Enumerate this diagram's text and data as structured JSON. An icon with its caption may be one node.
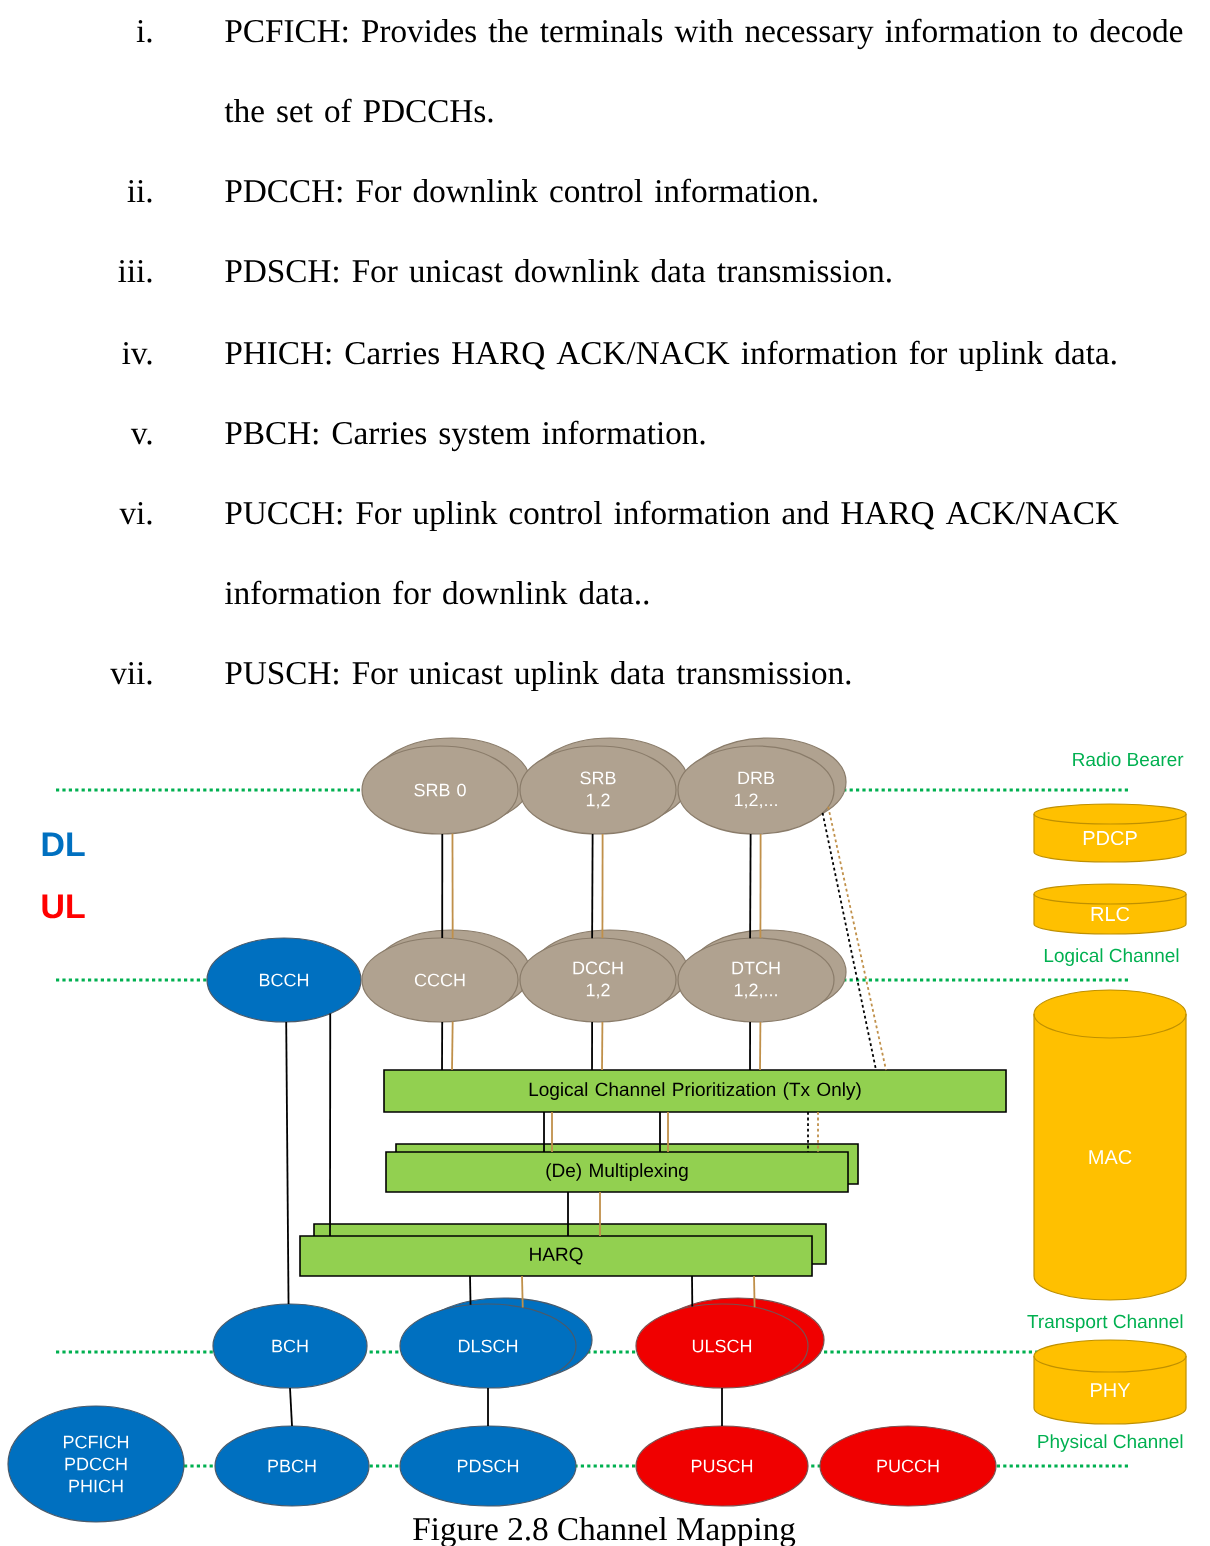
{
  "diagram": {
    "caption": "Figure 2.8 Channel Mapping",
    "nodes": [
      {
        "text": [
          "SRB 0"
        ]
      },
      {
        "text": [
          "SRB 1,2"
        ]
      },
      {
        "text": [
          "DRB 1,2,..."
        ]
      },
      {
        "text": [
          "BCCH"
        ]
      },
      {
        "text": [
          "CCCH"
        ]
      },
      {
        "text": [
          "DCCH 1,2"
        ]
      },
      {
        "text": [
          "DTCH 1,2,..."
        ]
      },
      {
        "text": [
          "Logical Channel Prioritization (Tx Only)"
        ]
      },
      {
        "text": [
          "(De) Multiplexing"
        ]
      },
      {
        "text": [
          "HARQ"
        ]
      },
      {
        "text": [
          "BCH"
        ]
      },
      {
        "text": [
          "DLSCH"
        ]
      },
      {
        "text": [
          "ULSCH"
        ]
      },
      {
        "text": [
          "PCFICH PDCCH PHICH"
        ]
      },
      {
        "text": [
          "PBCH"
        ]
      },
      {
        "text": [
          "PDSCH"
        ]
      },
      {
        "text": [
          "PUSCH"
        ]
      },
      {
        "text": [
          "PUCCH"
        ]
      },
      {
        "text": [
          "PDCP"
        ]
      },
      {
        "text": [
          "RLC"
        ]
      },
      {
        "text": [
          "MAC"
        ]
      },
      {
        "text": [
          "PHY"
        ]
      }
    ],
    "edges": [
      {
        "from": 0,
        "to": 4,
        "arrow": "none"
      },
      {
        "from": 0,
        "to": 4,
        "arrow": "none",
        "color": "#c0904a"
      },
      {
        "from": 1,
        "to": 5,
        "arrow": "none"
      },
      {
        "from": 1,
        "to": 5,
        "arrow": "none",
        "color": "#c0904a"
      },
      {
        "from": 2,
        "to": 6,
        "arrow": "none"
      },
      {
        "from": 2,
        "to": 6,
        "arrow": "none",
        "color": "#c0904a"
      },
      {
        "from": 2,
        "to": 7,
        "arrow": "none",
        "style": "dashed"
      },
      {
        "from": 2,
        "to": 7,
        "arrow": "none",
        "style": "dashed",
        "color": "#c0904a"
      },
      {
        "from": 4,
        "to": 7,
        "arrow": "none"
      },
      {
        "from": 4,
        "to": 7,
        "arrow": "none",
        "color": "#c0904a"
      },
      {
        "from": 5,
        "to": 7,
        "arrow": "none"
      },
      {
        "from": 5,
        "to": 7,
        "arrow": "none",
        "color": "#c0904a"
      },
      {
        "from": 6,
        "to": 7,
        "arrow": "none"
      },
      {
        "from": 6,
        "to": 7,
        "arrow": "none",
        "color": "#c0904a"
      },
      {
        "from": 7,
        "to": 8,
        "arrow": "none"
      },
      {
        "from": 7,
        "to": 8,
        "arrow": "none",
        "color": "#c0904a"
      },
      {
        "from": 7,
        "to": 8,
        "arrow": "none"
      },
      {
        "from": 7,
        "to": 8,
        "arrow": "none",
        "color": "#c0904a"
      },
      {
        "from": 7,
        "to": 8,
        "arrow": "none",
        "style": "dashed"
      },
      {
        "from": 7,
        "to": 8,
        "arrow": "none",
        "style": "dashed",
        "color": "#c0904a"
      },
      {
        "from": 8,
        "to": 9,
        "arrow": "none"
      },
      {
        "from": 8,
        "to": 9,
        "arrow": "none",
        "color": "#c0904a"
      },
      {
        "from": 9,
        "to": 11,
        "arrow": "none"
      },
      {
        "from": 9,
        "to": 11,
        "arrow": "none",
        "color": "#c0904a"
      },
      {
        "from": 9,
        "to": 12,
        "arrow": "none"
      },
      {
        "from": 9,
        "to": 12,
        "arrow": "none",
        "color": "#c0904a"
      },
      {
        "from": 3,
        "to": 10,
        "arrow": "none"
      },
      {
        "from": 3,
        "to": 9,
        "arrow": "none"
      },
      {
        "from": 10,
        "to": 14,
        "arrow": "none"
      },
      {
        "from": 11,
        "to": 15,
        "arrow": "none"
      },
      {
        "from": 12,
        "to": 16,
        "arrow": "none"
      }
    ],
    "labels": [
      "i.",
      "PCFICH: Provides the terminals with necessary information to decode the set of PDCCHs.",
      "ii.",
      "PDCCH: For downlink control information.",
      "iii.",
      "PDSCH: For unicast downlink data transmission.",
      "iv.",
      "PHICH: Carries HARQ ACK/NACK information for uplink data.",
      "v.",
      "PBCH: Carries system information.",
      "vi.",
      "PUCCH: For uplink control information and HARQ ACK/NACK information for downlink data..",
      "vii.",
      "PUSCH: For unicast uplink data transmission.",
      "Radio Bearer",
      "DL",
      "UL",
      "Logical Channel",
      "Transport Channel",
      "Physical Channel"
    ]
  }
}
